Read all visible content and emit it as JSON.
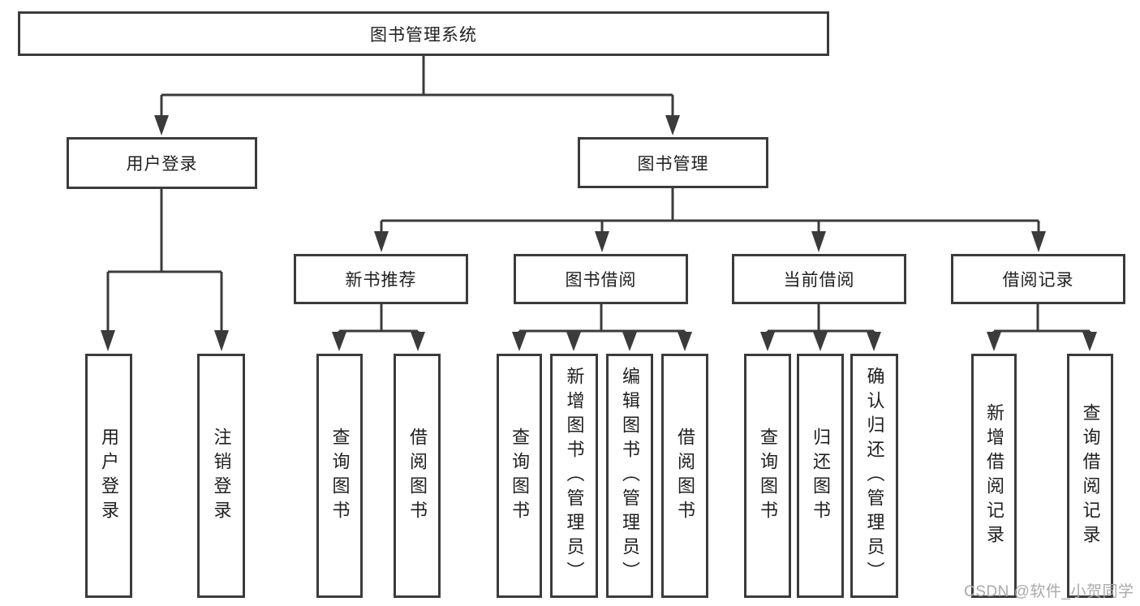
{
  "tree": {
    "root": {
      "label": "图书管理系统"
    },
    "branches": [
      {
        "label": "用户登录",
        "children": [
          {
            "label": "用户登录"
          },
          {
            "label": "注销登录"
          }
        ]
      },
      {
        "label": "图书管理",
        "children": [
          {
            "label": "新书推荐",
            "children": [
              {
                "label": "查询图书"
              },
              {
                "label": "借阅图书"
              }
            ]
          },
          {
            "label": "图书借阅",
            "children": [
              {
                "label": "查询图书"
              },
              {
                "label": "新增图书（管理员）"
              },
              {
                "label": "编辑图书（管理员）"
              },
              {
                "label": "借阅图书"
              }
            ]
          },
          {
            "label": "当前借阅",
            "children": [
              {
                "label": "查询图书"
              },
              {
                "label": "归还图书"
              },
              {
                "label": "确认归还（管理员）"
              }
            ]
          },
          {
            "label": "借阅记录",
            "children": [
              {
                "label": "新增借阅记录"
              },
              {
                "label": "查询借阅记录"
              }
            ]
          }
        ]
      }
    ]
  },
  "watermark": "CSDN @软件_小贺同学",
  "colors": {
    "line": "#3b3b3b",
    "text": "#1f1f1f",
    "watermark": "#a9a9a9",
    "background": "#ffffff"
  }
}
